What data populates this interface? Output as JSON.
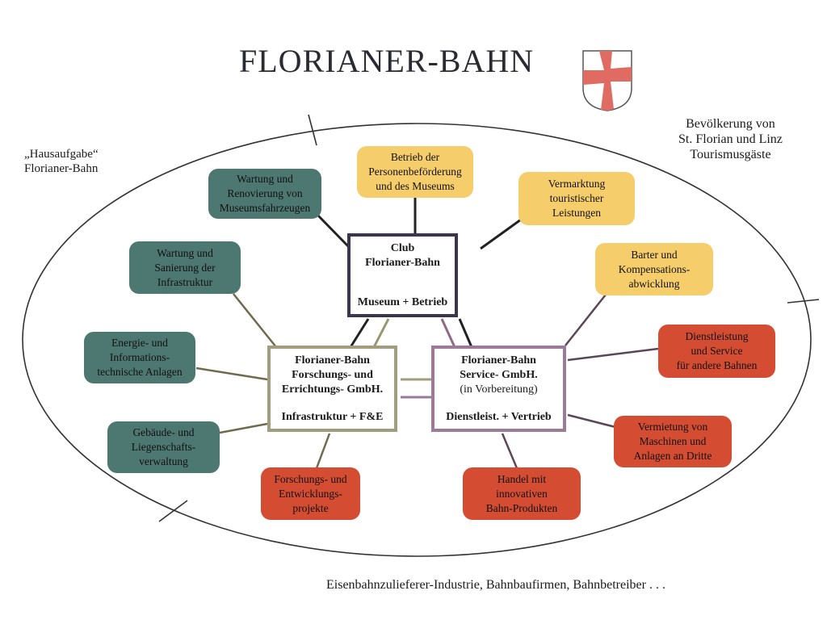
{
  "title": "FLORIANER-BAHN",
  "crest": {
    "name": "coat-of-arms",
    "colors": {
      "cross": "#e06b62",
      "field": "#ffffff",
      "outline": "#555555"
    }
  },
  "notes": {
    "homework": [
      "„Hausaufgabe“",
      "Florianer-Bahn"
    ],
    "population": [
      "Bevölkerung von",
      "St. Florian und Linz",
      "Tourismusgäste"
    ],
    "industry": "Eisenbahnzulieferer-Industrie, Bahnbaufirmen, Bahnbetreiber . . ."
  },
  "colors": {
    "teal": "#4d7771",
    "yellow": "#f6cd6b",
    "red": "#d44d32",
    "club_border": "#3b3550",
    "fue_border": "#a29d7e",
    "svc_border": "#9c7a98"
  },
  "organizations": {
    "club": {
      "title": "Club\nFlorianer-Bahn",
      "subtitle": "Museum + Betrieb"
    },
    "fue": {
      "title": "Florianer-Bahn\nForschungs- und\nErrichtungs- GmbH.",
      "subtitle": "Infrastruktur + F&E"
    },
    "svc": {
      "title": "Florianer-Bahn\nService- GmbH.",
      "note": "(in Vorbereitung)",
      "subtitle": "Dienstleist. + Vertrieb"
    }
  },
  "nodes": {
    "betrieb": "Betrieb der\nPersonenbeförderung\nund des Museums",
    "wartung_museum": "Wartung und\nRenovierung von\nMuseumsfahrzeugen",
    "vermarktung": "Vermarktung\ntouristischer\nLeistungen",
    "wartung_infra": "Wartung und\nSanierung der\nInfrastruktur",
    "barter": "Barter und\nKompensations-\nabwicklung",
    "energie": "Energie- und\nInformations-\ntechnische Anlagen",
    "dienstleistung": "Dienstleistung\nund Service\nfür andere Bahnen",
    "gebaeude": "Gebäude- und\nLiegenschafts-\nverwaltung",
    "vermietung": "Vermietung von\nMaschinen und\nAnlagen an Dritte",
    "forschung": "Forschungs- und\nEntwicklungs-\nprojekte",
    "handel": "Handel mit\ninnovativen\nBahn-Produkten"
  }
}
